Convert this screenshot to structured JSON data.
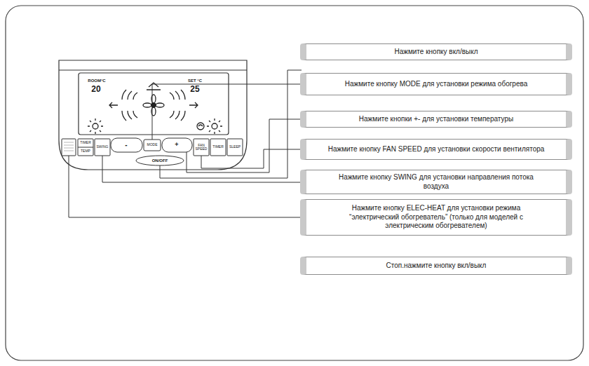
{
  "diagram": {
    "nodes": [
      {
        "text": [
          "Нажмите кнопку вкл/выкл"
        ]
      },
      {
        "text": [
          "Нажмите кнопку MODE для установки режима обогрева"
        ]
      },
      {
        "text": [
          "Нажмите кнопки +- для установки температуры"
        ]
      },
      {
        "text": [
          "Нажмите кнопку FAN SPEED для установки скорости вентилятора"
        ]
      },
      {
        "text": [
          "Нажмите кнопку SWING для установки направления потока воздуха"
        ]
      },
      {
        "text": [
          "Нажмите кнопку ELEC-HEAT для установки режима “электрический обогреватель” (только для моделей с электрическим обогревателем)"
        ]
      },
      {
        "text": [
          "Стоп.нажмите кнопку вкл/выкл"
        ]
      }
    ],
    "labels": [
      "ROOM°C",
      "20",
      "SET °C",
      "25",
      "TIMER",
      "TEMP",
      "SWING",
      "-",
      "MODE",
      "+",
      "FAN SPEED",
      "TIMER",
      "SLEEP",
      "ON/OFF"
    ]
  }
}
